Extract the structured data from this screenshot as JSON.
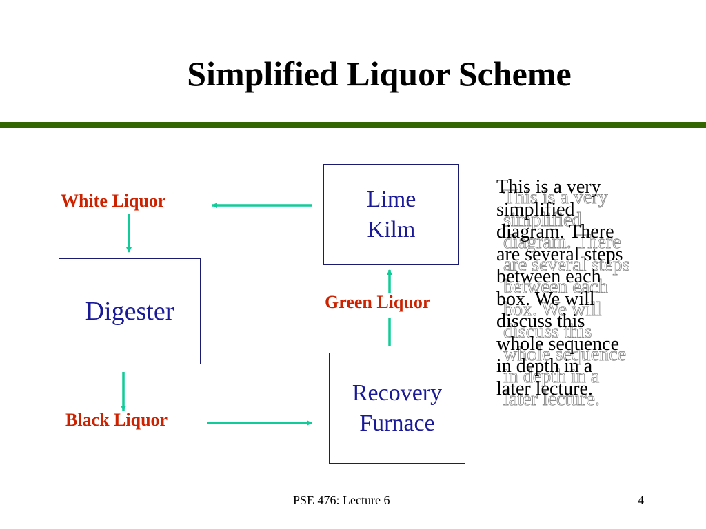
{
  "slide": {
    "title": "Simplified Liquor Scheme",
    "footer": "PSE 476: Lecture 6",
    "page_number": "4"
  },
  "diagram": {
    "boxes": {
      "digester": "Digester",
      "lime_kilm": "Lime\nKilm",
      "recovery_furnace": "Recovery\nFurnace"
    },
    "streams": {
      "white_liquor": "White Liquor",
      "green_liquor": "Green Liquor",
      "black_liquor": "Black Liquor"
    }
  },
  "note": "This is a very\nsimplified\ndiagram.  There\nare several steps\nbetween each\nbox.  We will\ndiscuss this\nwhole sequence\nin depth in a\nlater lecture.",
  "colors": {
    "title_rule": "#336600",
    "arrow": "#11cc99",
    "stream_label": "#cc2200",
    "box_text": "#1a1a99",
    "box_border": "#1a1a6e"
  }
}
